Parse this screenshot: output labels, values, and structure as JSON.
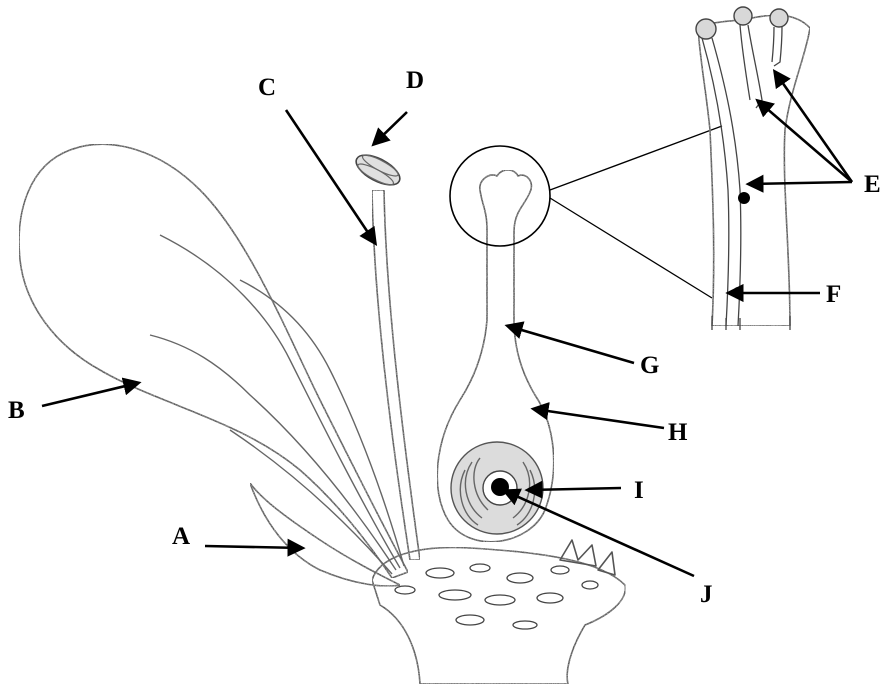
{
  "diagram": {
    "labels": {
      "A": "A",
      "B": "B",
      "C": "C",
      "D": "D",
      "E": "E",
      "F": "F",
      "G": "G",
      "H": "H",
      "I": "I",
      "J": "J"
    },
    "colors": {
      "stipple_fill": "#e6e6e6",
      "outline": "#555555",
      "ink": "#000000"
    }
  }
}
